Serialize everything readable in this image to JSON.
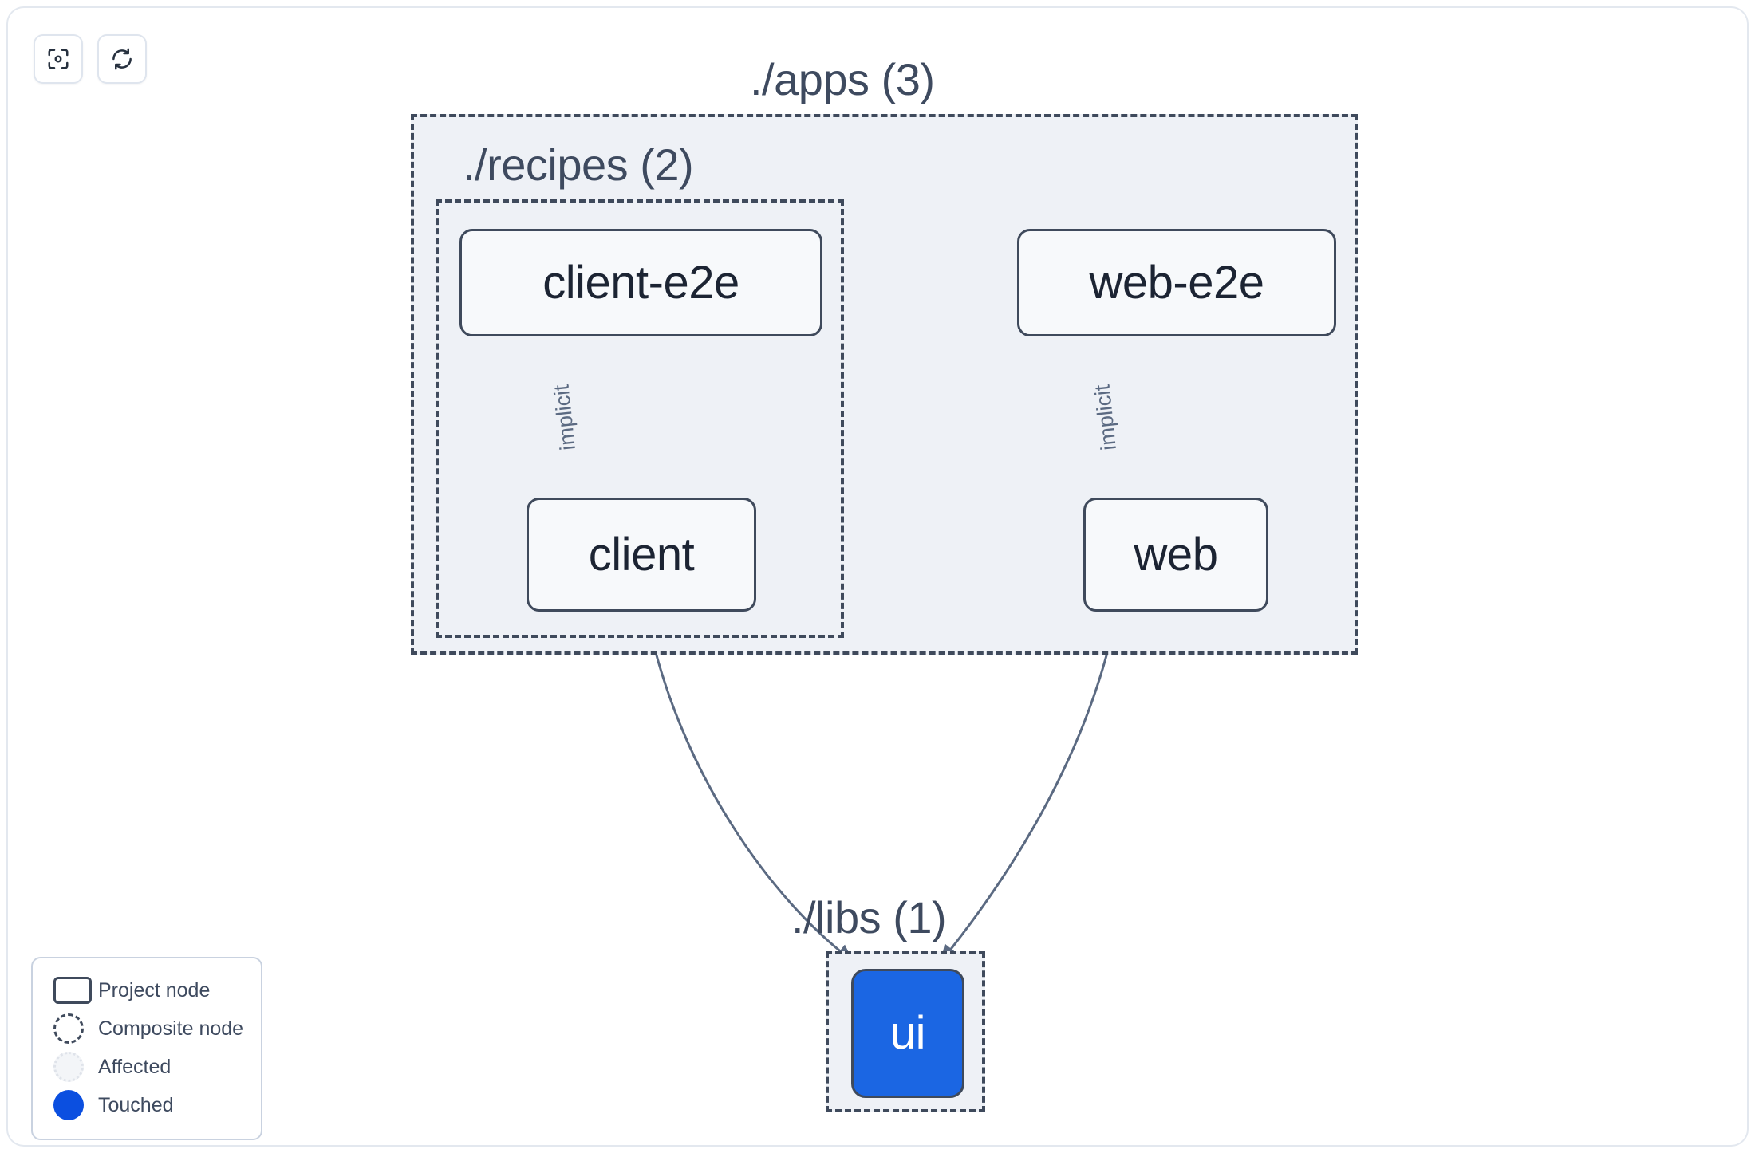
{
  "toolbar": {
    "buttons": [
      {
        "name": "focus-graph-button",
        "icon": "focus-target-icon",
        "label": "Focus graph"
      },
      {
        "name": "refresh-graph-button",
        "icon": "refresh-icon",
        "label": "Refresh graph"
      }
    ]
  },
  "graph": {
    "groups": [
      {
        "id": "apps",
        "label": "./apps (3)",
        "count": 3
      },
      {
        "id": "recipes",
        "label": "./recipes (2)",
        "count": 2
      },
      {
        "id": "libs",
        "label": "./libs (1)",
        "count": 1
      }
    ],
    "nodes": [
      {
        "id": "client-e2e",
        "label": "client-e2e",
        "state": "normal",
        "group": "recipes"
      },
      {
        "id": "web-e2e",
        "label": "web-e2e",
        "state": "normal",
        "group": "apps"
      },
      {
        "id": "client",
        "label": "client",
        "state": "normal",
        "group": "recipes"
      },
      {
        "id": "web",
        "label": "web",
        "state": "normal",
        "group": "apps"
      },
      {
        "id": "ui",
        "label": "ui",
        "state": "touched",
        "group": "libs"
      }
    ],
    "edges": [
      {
        "from": "client-e2e",
        "to": "client",
        "label": "implicit"
      },
      {
        "from": "web-e2e",
        "to": "web",
        "label": "implicit"
      },
      {
        "from": "client",
        "to": "ui",
        "label": ""
      },
      {
        "from": "web",
        "to": "ui",
        "label": ""
      }
    ]
  },
  "legend": {
    "items": [
      {
        "id": "project-node",
        "label": "Project node",
        "swatch": "rounded-rect-outline"
      },
      {
        "id": "composite-node",
        "label": "Composite node",
        "swatch": "dashed-circle"
      },
      {
        "id": "affected",
        "label": "Affected",
        "swatch": "dotted-circle-light"
      },
      {
        "id": "touched",
        "label": "Touched",
        "swatch": "solid-blue-circle"
      }
    ]
  },
  "colors": {
    "touched": "#0b4fe0",
    "node_border": "#3f4a5c",
    "node_fill": "#f7f9fb",
    "group_fill": "#eef1f6",
    "edge": "#5b6a82",
    "text": "#3e4a5f",
    "canvas": "#ffffff"
  }
}
